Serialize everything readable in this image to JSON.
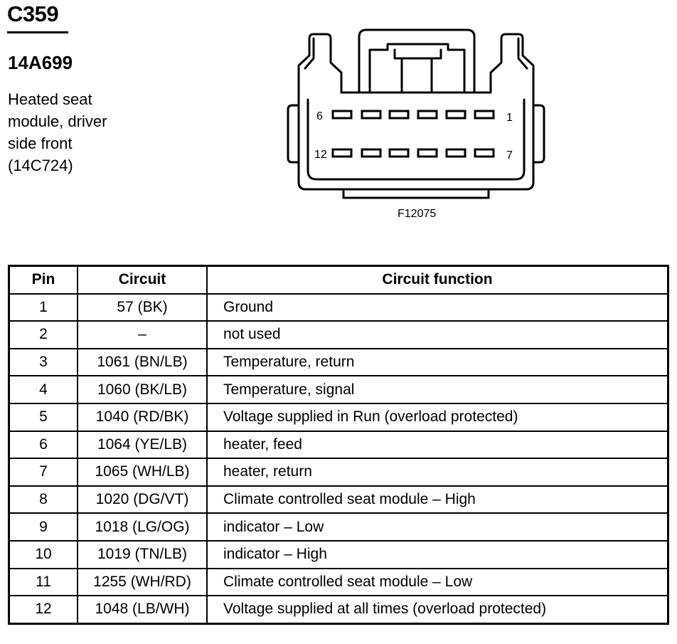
{
  "connector": {
    "id": "C359",
    "part_number": "14A699",
    "description_lines": [
      "Heated seat",
      "module, driver",
      "side front",
      "(14C724)"
    ]
  },
  "diagram": {
    "top_row_left_label": "6",
    "top_row_right_label": "1",
    "bottom_row_left_label": "12",
    "bottom_row_right_label": "7",
    "figure_id": "F12075"
  },
  "table": {
    "headers": {
      "pin": "Pin",
      "circuit": "Circuit",
      "function": "Circuit function"
    },
    "rows": [
      {
        "pin": "1",
        "circuit": "57 (BK)",
        "function": "Ground"
      },
      {
        "pin": "2",
        "circuit": "–",
        "function": "not used"
      },
      {
        "pin": "3",
        "circuit": "1061 (BN/LB)",
        "function": "Temperature, return"
      },
      {
        "pin": "4",
        "circuit": "1060 (BK/LB)",
        "function": "Temperature, signal"
      },
      {
        "pin": "5",
        "circuit": "1040 (RD/BK)",
        "function": "Voltage supplied in Run (overload protected)"
      },
      {
        "pin": "6",
        "circuit": "1064 (YE/LB)",
        "function": "heater, feed"
      },
      {
        "pin": "7",
        "circuit": "1065 (WH/LB)",
        "function": "heater, return"
      },
      {
        "pin": "8",
        "circuit": "1020 (DG/VT)",
        "function": "Climate controlled seat module – High"
      },
      {
        "pin": "9",
        "circuit": "1018 (LG/OG)",
        "function": "indicator – Low"
      },
      {
        "pin": "10",
        "circuit": "1019 (TN/LB)",
        "function": "indicator – High"
      },
      {
        "pin": "11",
        "circuit": "1255 (WH/RD)",
        "function": "Climate controlled seat module – Low"
      },
      {
        "pin": "12",
        "circuit": "1048 (LB/WH)",
        "function": "Voltage supplied at all times (overload protected)"
      }
    ]
  }
}
